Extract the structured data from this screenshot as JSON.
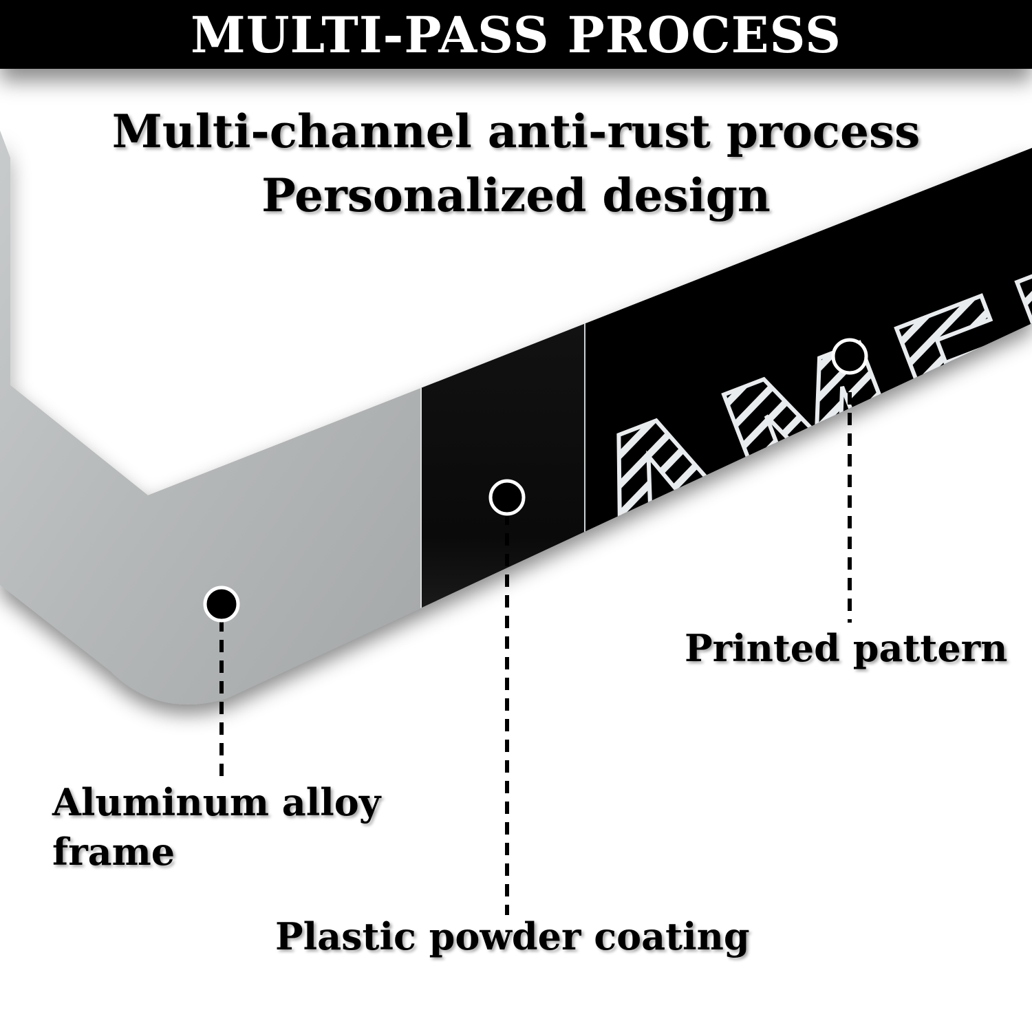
{
  "banner": {
    "title": "MULTI-PASS PROCESS"
  },
  "headline": {
    "line1": "Multi-channel anti-rust process",
    "line2": "Personalized design"
  },
  "callouts": {
    "printed_pattern": "Printed pattern",
    "aluminum_line1": "Aluminum alloy",
    "aluminum_line2": "frame",
    "plastic_coating": "Plastic powder coating"
  },
  "colors": {
    "aluminum": "#b9bcbd",
    "coating": "#111111",
    "print_bg": "#000000",
    "print_pattern": "#e9ecee",
    "text": "#000000"
  },
  "frame_pattern_text": "AMER"
}
